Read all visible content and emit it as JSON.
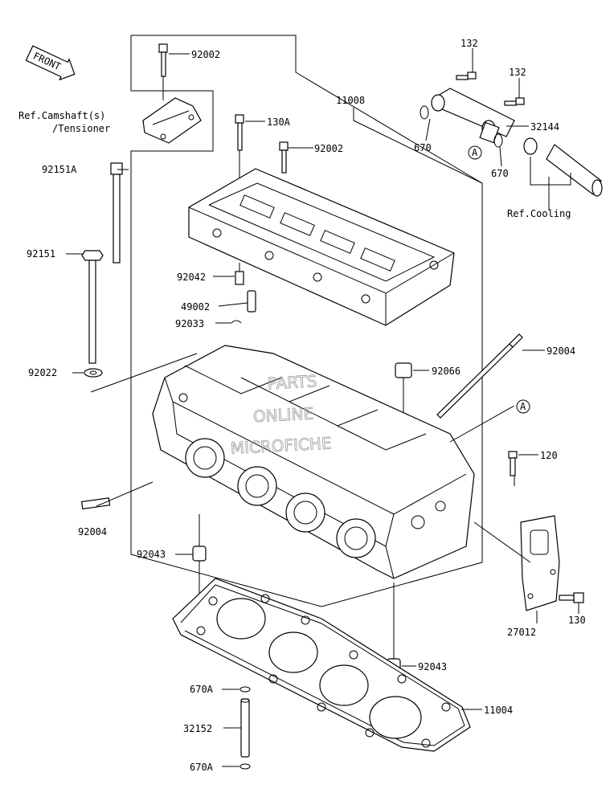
{
  "diagram": {
    "front_label": "FRONT",
    "ref_camshaft_line1": "Ref.Camshaft(s)",
    "ref_camshaft_line2": "/Tensioner",
    "ref_cooling": "Ref.Cooling",
    "watermark": [
      "PARTS",
      "ONLINE",
      "MICROFICHE"
    ],
    "labels": {
      "p92002_top": "92002",
      "p11008": "11008",
      "p132_a": "132",
      "p132_b": "132",
      "p130A": "130A",
      "p92002_mid": "92002",
      "p32144": "32144",
      "p670_a": "670",
      "p670_b": "670",
      "ref_A_1": "A",
      "ref_A_2": "A",
      "p92151A": "92151A",
      "p92151": "92151",
      "p92042": "92042",
      "p49002": "49002",
      "p92033": "92033",
      "p92004_r": "92004",
      "p92022": "92022",
      "p92066": "92066",
      "p120": "120",
      "p92004_l": "92004",
      "p92043_l": "92043",
      "p130": "130",
      "p27012": "27012",
      "p92043_r": "92043",
      "p670A_a": "670A",
      "p11004": "11004",
      "p32152": "32152",
      "p670A_b": "670A"
    }
  }
}
